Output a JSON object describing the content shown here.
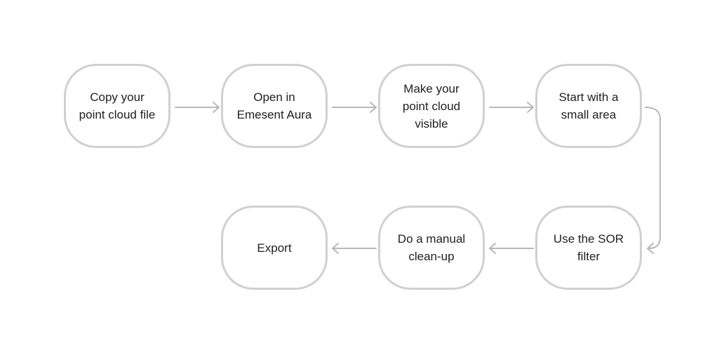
{
  "colors": {
    "node_border": "#d0d0d0",
    "connector": "#b8b8b8",
    "text": "#1f1f1f",
    "background": "#ffffff"
  },
  "steps": [
    {
      "id": "n1",
      "label": "Copy your\npoint cloud file"
    },
    {
      "id": "n2",
      "label": "Open in\nEmesent Aura"
    },
    {
      "id": "n3",
      "label": "Make your\npoint cloud\nvisible"
    },
    {
      "id": "n4",
      "label": "Start with a\nsmall area"
    },
    {
      "id": "n5",
      "label": "Use the SOR\nfilter"
    },
    {
      "id": "n6",
      "label": "Do a manual\nclean-up"
    },
    {
      "id": "n7",
      "label": "Export"
    }
  ],
  "connections": [
    {
      "from": "n1",
      "to": "n2"
    },
    {
      "from": "n2",
      "to": "n3"
    },
    {
      "from": "n3",
      "to": "n4"
    },
    {
      "from": "n4",
      "to": "n5"
    },
    {
      "from": "n5",
      "to": "n6"
    },
    {
      "from": "n6",
      "to": "n7"
    }
  ]
}
